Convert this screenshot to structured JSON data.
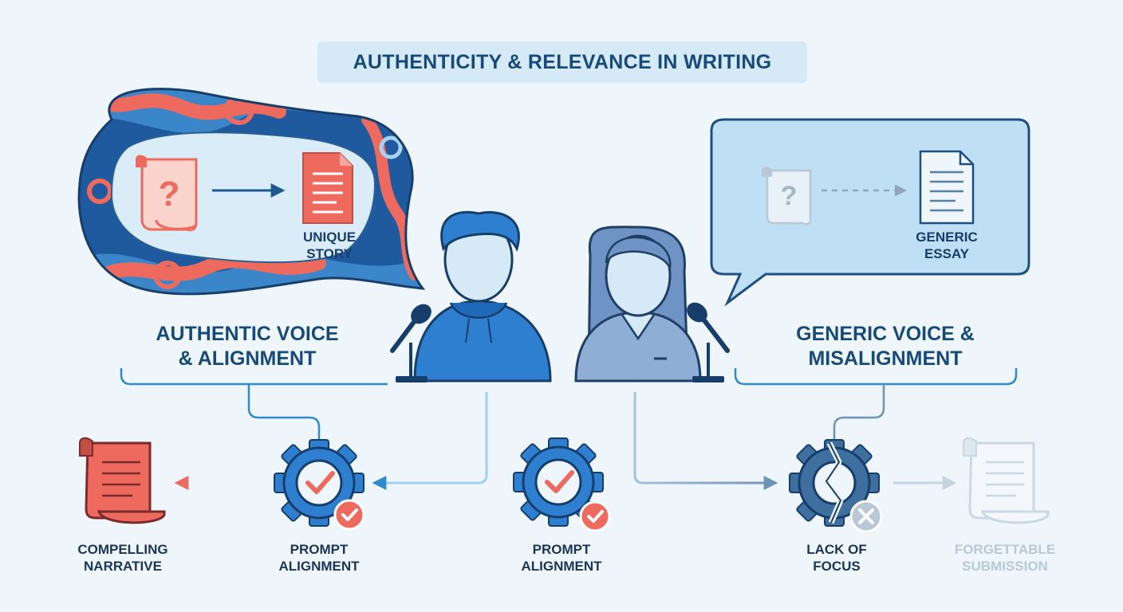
{
  "title": "AUTHENTICITY & RELEVANCE IN WRITING",
  "left_bubble": {
    "doc_label_line1": "UNIQUE",
    "doc_label_line2": "STORY"
  },
  "right_bubble": {
    "doc_label_line1": "GENERIC",
    "doc_label_line2": "ESSAY"
  },
  "left_heading": {
    "line1": "AUTHENTIC VOICE",
    "line2": "& ALIGNMENT"
  },
  "right_heading": {
    "line1": "GENERIC VOICE &",
    "line2": "MISALIGNMENT"
  },
  "bottom": {
    "compelling": {
      "line1": "COMPELLING",
      "line2": "NARRATIVE"
    },
    "prompt_left": {
      "line1": "PROMPT",
      "line2": "ALIGNMENT"
    },
    "prompt_center": {
      "line1": "PROMPT",
      "line2": "ALIGNMENT"
    },
    "lack_focus": {
      "line1": "LACK OF",
      "line2": "FOCUS"
    },
    "forgettable": {
      "line1": "FORGETTABLE",
      "line2": "SUBMISSION"
    }
  },
  "colors": {
    "navy": "#174a78",
    "blue": "#2f78c4",
    "coral": "#ee6a5e",
    "light_blue": "#bfdff5",
    "grey": "#b9c8d6"
  },
  "icons": [
    "question-scroll-icon",
    "document-icon",
    "gear-check-icon",
    "broken-gear-icon",
    "microphone-icon",
    "scroll-icon",
    "x-badge-icon",
    "arrow-icon"
  ]
}
